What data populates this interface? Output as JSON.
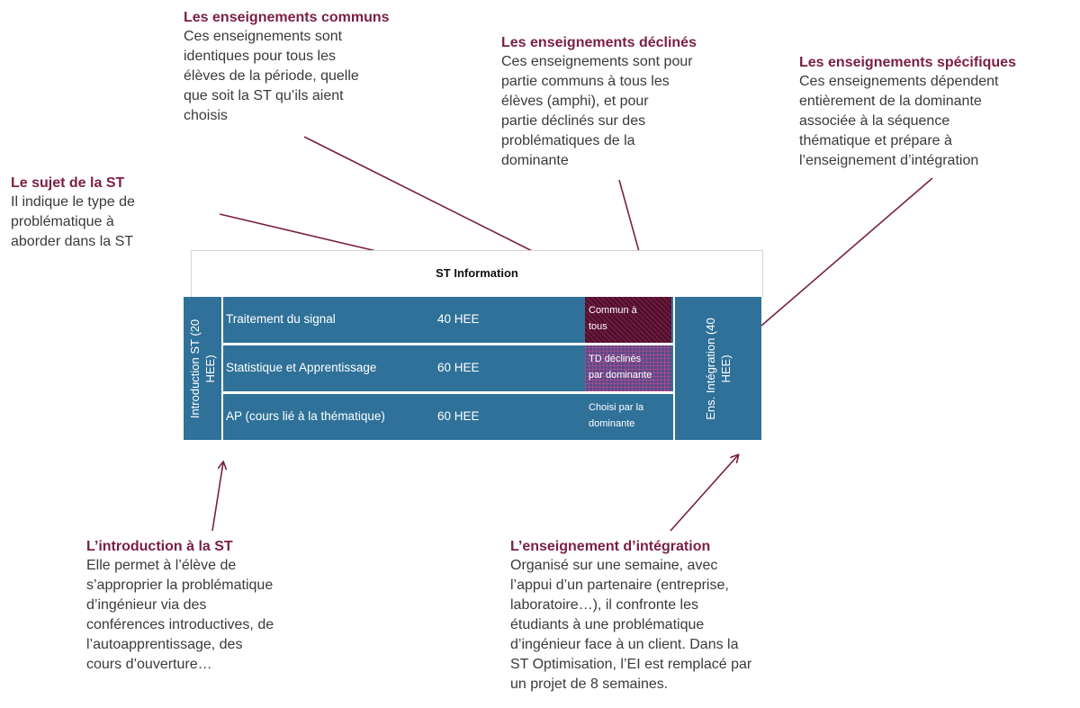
{
  "annotations": {
    "common": {
      "title": "Les enseignements communs",
      "text": "Ces enseignements sont\nidentiques pour tous les\nélèves de la période, quelle\nque soit la ST qu’ils aient\nchoisis"
    },
    "declined": {
      "title": "Les enseignements déclinés",
      "text": "Ces enseignements sont pour\npartie communs à tous les\nélèves (amphi), et pour\npartie déclinés sur des\nproblématiques de la\ndominante"
    },
    "specific": {
      "title": "Les enseignements spécifiques",
      "text": "Ces enseignements dépendent\nentièrement de la dominante\nassociée à la séquence\nthématique et prépare à\nl’enseignement d’intégration"
    },
    "subject": {
      "title": "Le sujet de la ST",
      "text": "Il indique le type de\nproblématique à\naborder dans la ST"
    },
    "intro": {
      "title": "L’introduction à la ST",
      "text": "Elle permet à l’élève de\ns’approprier la problématique\nd’ingénieur via des\nconférences introductives, de\nl’autoapprentissage, des\ncours d’ouverture…"
    },
    "integration": {
      "title": "L’enseignement d’intégration",
      "text": "Organisé sur une semaine, avec\nl’appui d’un partenaire (entreprise,\nlaboratoire…), il confronte les\nétudiants à une problématique\nd’ingénieur face à un client. Dans la\nST Optimisation, l’EI est remplacé par\nun projet de 8 semaines."
    }
  },
  "diagram": {
    "header": "ST Information",
    "intro_label": "Introduction ST (20\nHEE)",
    "integration_label": "Ens. Intégration (40\nHEE)",
    "rows": [
      {
        "course": "Traitement du signal",
        "hours": "40 HEE",
        "tag": "Commun à\ntous"
      },
      {
        "course": "Statistique et Apprentissage",
        "hours": "60 HEE",
        "tag": "TD déclinés\npar dominante"
      },
      {
        "course": "AP (cours lié à la thématique)",
        "hours": "60 HEE",
        "tag": "Choisi par la\ndominante"
      }
    ]
  },
  "colors": {
    "accent_title": "#7a1f45",
    "block_blue": "#2f7199",
    "common_tag": "#6e1a3f",
    "arrow": "#7a1f45"
  }
}
